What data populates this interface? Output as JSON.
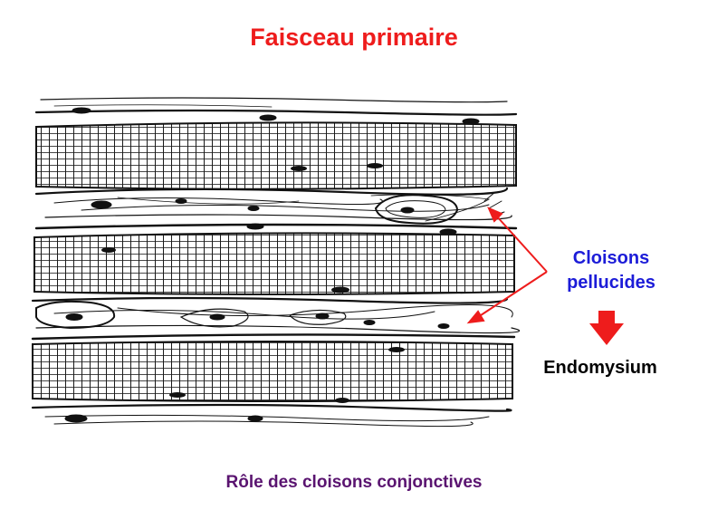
{
  "title": "Faisceau primaire",
  "labels": {
    "cloisons_line1": "Cloisons",
    "cloisons_line2": "pellucides",
    "endomysium": "Endomysium"
  },
  "caption": "Rôle des cloisons conjonctives",
  "colors": {
    "title": "#ee1c1c",
    "label": "#1c1cd8",
    "arrow": "#ee1c1c",
    "caption": "#5a1470",
    "ink": "#111111"
  },
  "icons": [
    "pointer-arrow",
    "down-arrow-icon"
  ]
}
